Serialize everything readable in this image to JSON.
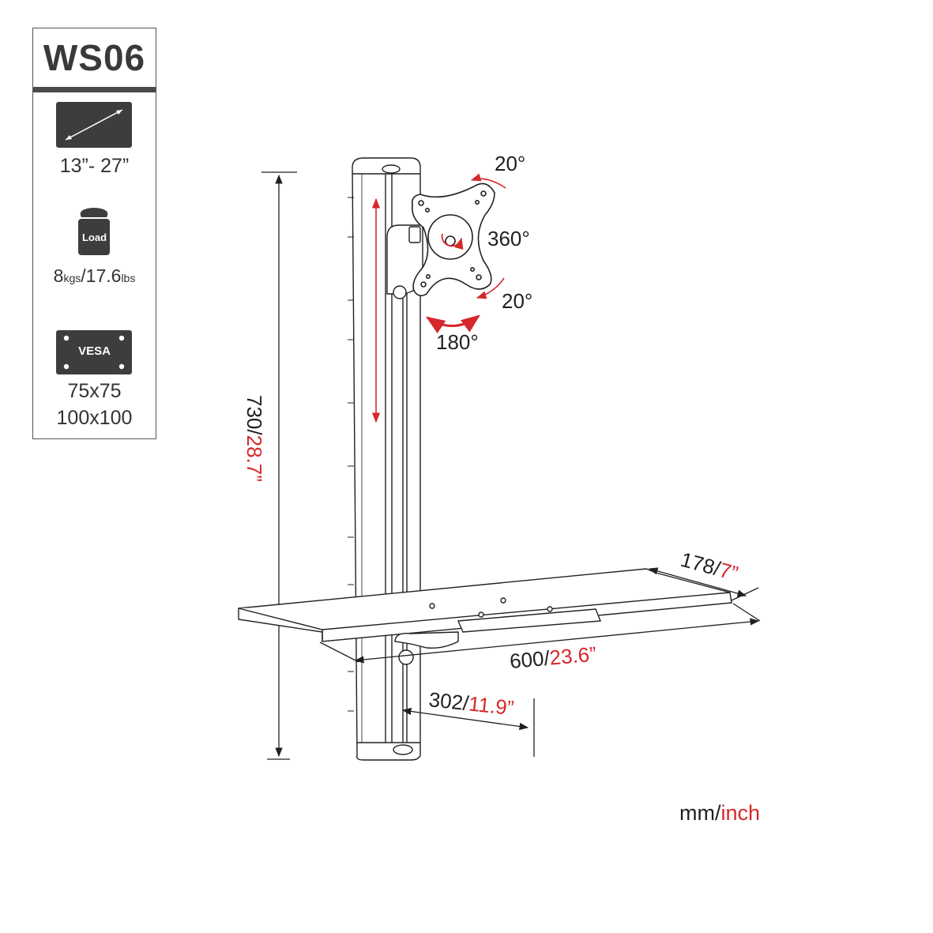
{
  "spec": {
    "model": "WS06",
    "screen_size": "13”- 27”",
    "load_label": "Load",
    "load_kg": "8",
    "load_kg_unit": "kgs",
    "load_lb": "/17.6",
    "load_lb_unit": "lbs",
    "vesa_label": "VESA",
    "vesa_sizes": [
      "75x75",
      "100x100"
    ]
  },
  "dimensions": {
    "height_mm": "730/",
    "height_in": "28.7”",
    "depth_mm": "178/",
    "depth_in": "7”",
    "width_mm": "600/",
    "width_in": "23.6”",
    "reach_mm": "302/",
    "reach_in": "11.9”"
  },
  "rotations": {
    "tilt_up": "20°",
    "rotate": "360°",
    "tilt_down": "20°",
    "swivel": "180°"
  },
  "units": {
    "mm": "mm/",
    "inch": "inch"
  },
  "colors": {
    "accent": "#d6282b",
    "line": "#231f20",
    "icon": "#3d3d3d"
  }
}
